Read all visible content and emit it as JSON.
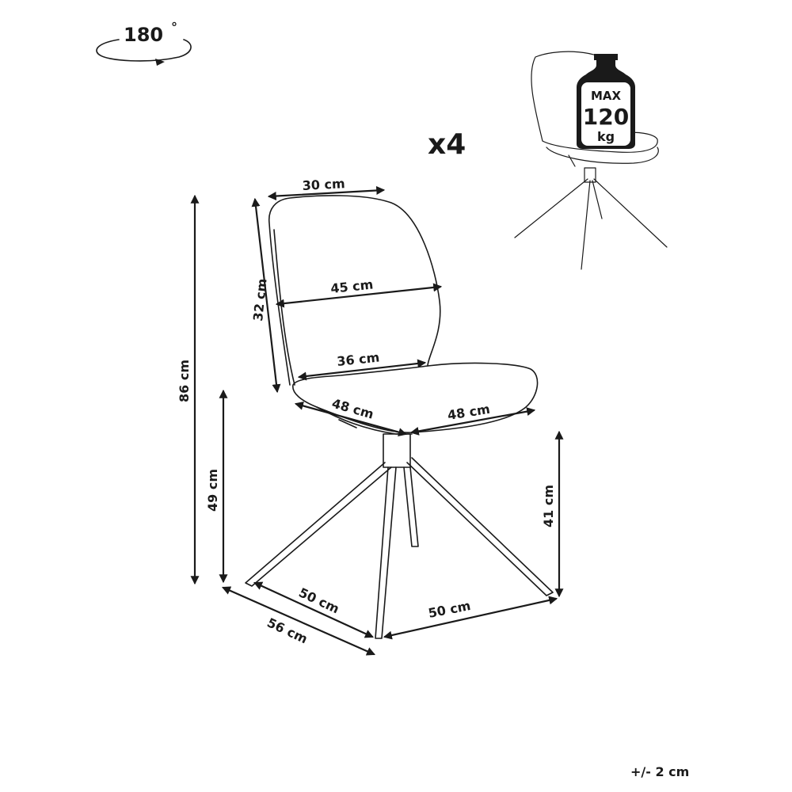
{
  "rotation": {
    "label": "180",
    "unit": "°"
  },
  "quantity": "x4",
  "max_load": {
    "line1": "MAX",
    "line2": "120",
    "line3": "kg"
  },
  "dimensions": {
    "backrest_top_width": "30 cm",
    "backrest_height": "32 cm",
    "backrest_width": "45 cm",
    "seat_back_width": "36 cm",
    "seat_depth_left": "48 cm",
    "seat_depth_right": "48 cm",
    "total_height": "86 cm",
    "seat_height": "49 cm",
    "leg_height": "41 cm",
    "base_left": "50 cm",
    "base_right": "50 cm",
    "base_diagonal": "56 cm"
  },
  "tolerance": "+/- 2 cm"
}
